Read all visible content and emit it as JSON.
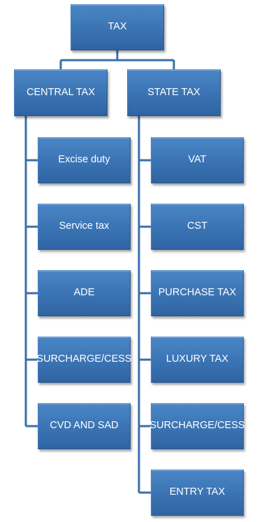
{
  "root": {
    "label": "TAX"
  },
  "central": {
    "label": "CENTRAL TAX",
    "children": [
      "Excise duty",
      "Service tax",
      "ADE",
      "SURCHARGE/CESS",
      "CVD AND SAD"
    ]
  },
  "state": {
    "label": "STATE TAX",
    "children": [
      "VAT",
      "CST",
      "PURCHASE TAX",
      "LUXURY TAX",
      "SURCHARGE/CESS",
      "ENTRY TAX"
    ]
  },
  "colors": {
    "node_fill": "#3a73b3",
    "connector": "#3a6fa8",
    "text": "#ffffff"
  }
}
